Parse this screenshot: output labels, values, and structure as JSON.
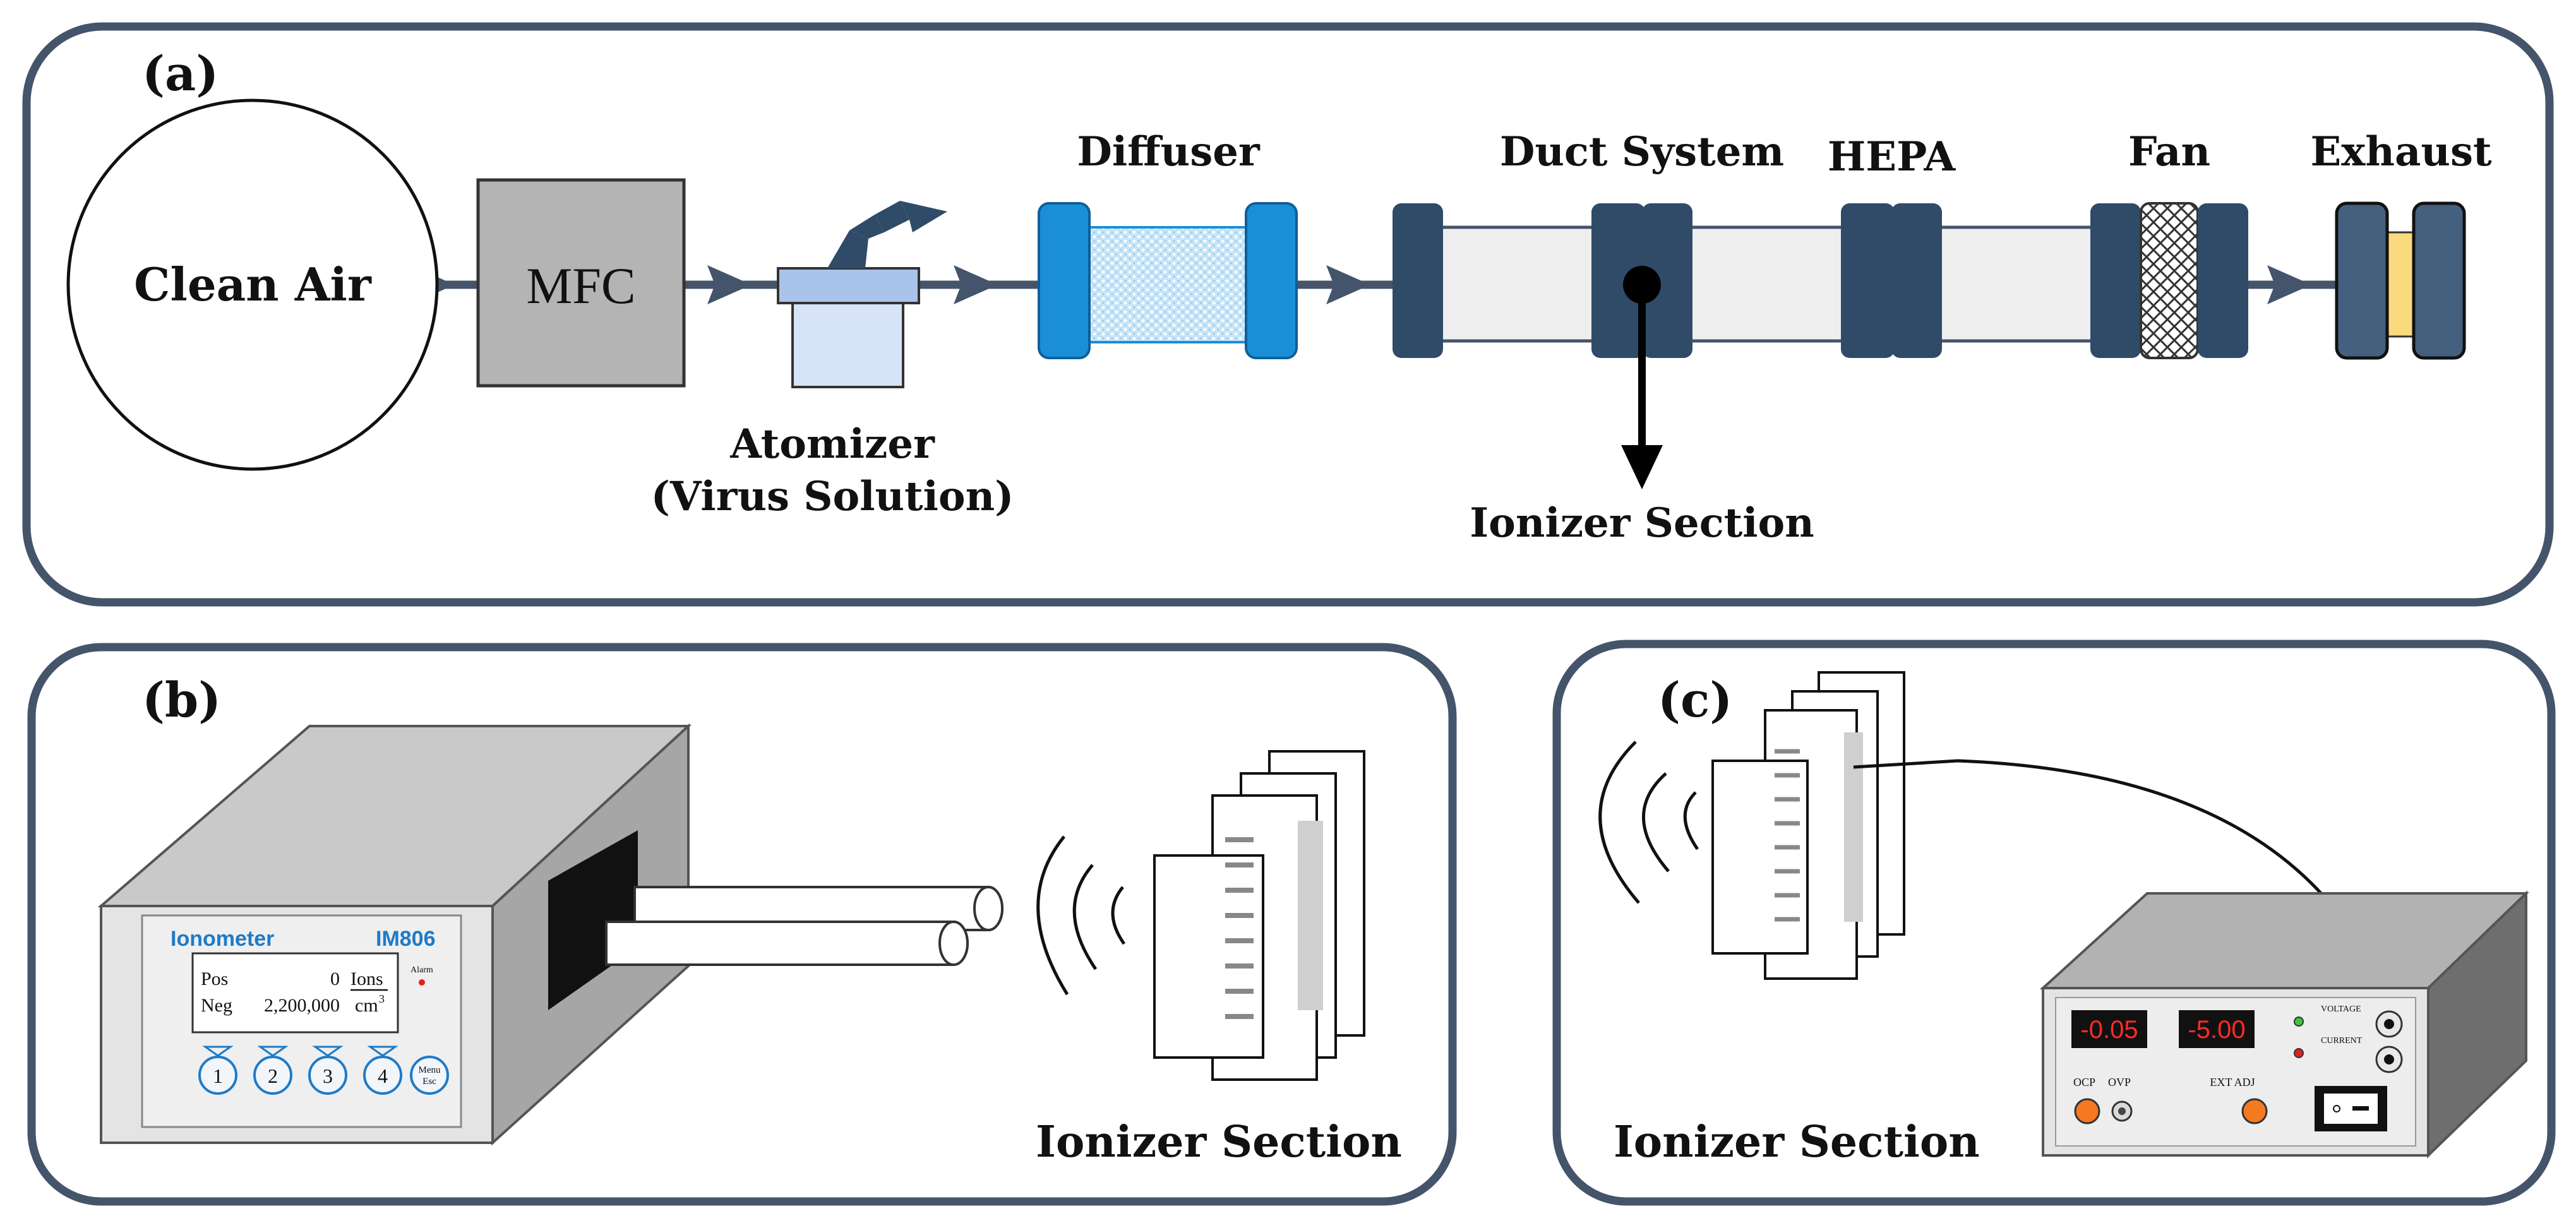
{
  "panels": {
    "a": {
      "tag": "(a)",
      "clean_air": "Clean Air",
      "mfc": "MFC",
      "atomizer_line1": "Atomizer",
      "atomizer_line2": "(Virus Solution)",
      "diffuser": "Diffuser",
      "duct_system": "Duct System",
      "hepa": "HEPA",
      "fan": "Fan",
      "exhaust": "Exhaust",
      "ionizer_section": "Ionizer Section"
    },
    "b": {
      "tag": "(b)",
      "ionizer_section": "Ionizer Section",
      "ionometer": {
        "brand": "Ionometer",
        "model": "IM806",
        "alarm": "Alarm",
        "pos_label": "Pos",
        "pos_value": "0",
        "neg_label": "Neg",
        "neg_value": "2,200,000",
        "unit_top": "Ions",
        "unit_bottom": "cm",
        "unit_exp": "3",
        "buttons": [
          "1",
          "2",
          "3",
          "4"
        ],
        "menu_line1": "Menu",
        "menu_line2": "Esc"
      }
    },
    "c": {
      "tag": "(c)",
      "ionizer_section": "Ionizer Section",
      "power_supply": {
        "display_left": "-0.05",
        "display_right": "-5.00",
        "voltage": "VOLTAGE",
        "current": "CURRENT",
        "ocp": "OCP",
        "ovp": "OVP",
        "ext_adj": "EXT ADJ"
      }
    }
  },
  "colors": {
    "frame": "#44546a",
    "line": "#44546a",
    "diffuser_blue": "#1a8fd8",
    "duct_dark": "#2f4b68",
    "duct_light": "#eeeeee",
    "mfc_gray": "#b4b4b4",
    "atomizer_blue": "#a9c4ea",
    "exhaust_yellow": "#f9da7c",
    "display_red": "#ff2a2a",
    "knob_orange": "#f47920",
    "ionometer_blue": "#1e7bc8"
  }
}
